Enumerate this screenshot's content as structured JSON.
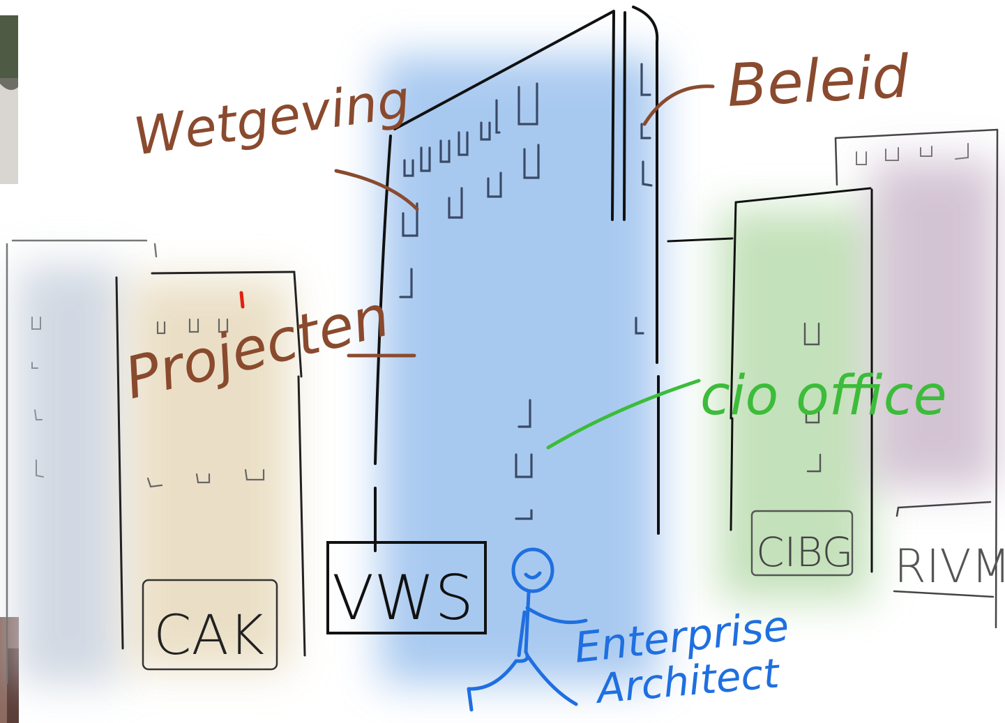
{
  "labels": {
    "wetgeving": "Wetgeving",
    "beleid": "Beleid",
    "projecten": "Projecten",
    "cio_office": "cio office",
    "enterprise": "Enterprise",
    "architect": "Architect"
  },
  "buildings": {
    "vws": "VWS",
    "cak": "CAK",
    "cibg": "CIBG",
    "rivm": "RIVM"
  },
  "colors": {
    "vws_wash": "#6fa6e6",
    "cak_wash": "#e8dcc0",
    "cibg_wash": "#b9dcae",
    "rivm_wash": "#c9b6c9",
    "left_wash": "#c9d2de",
    "label_brown": "#8a4a2e",
    "label_green": "#3cbc3a",
    "figure_blue": "#1f6fe0"
  },
  "icons": {
    "figure": "stick-figure-icon",
    "photo_top": "photo-fragment-icon",
    "photo_bottom": "photo-fragment-icon"
  }
}
